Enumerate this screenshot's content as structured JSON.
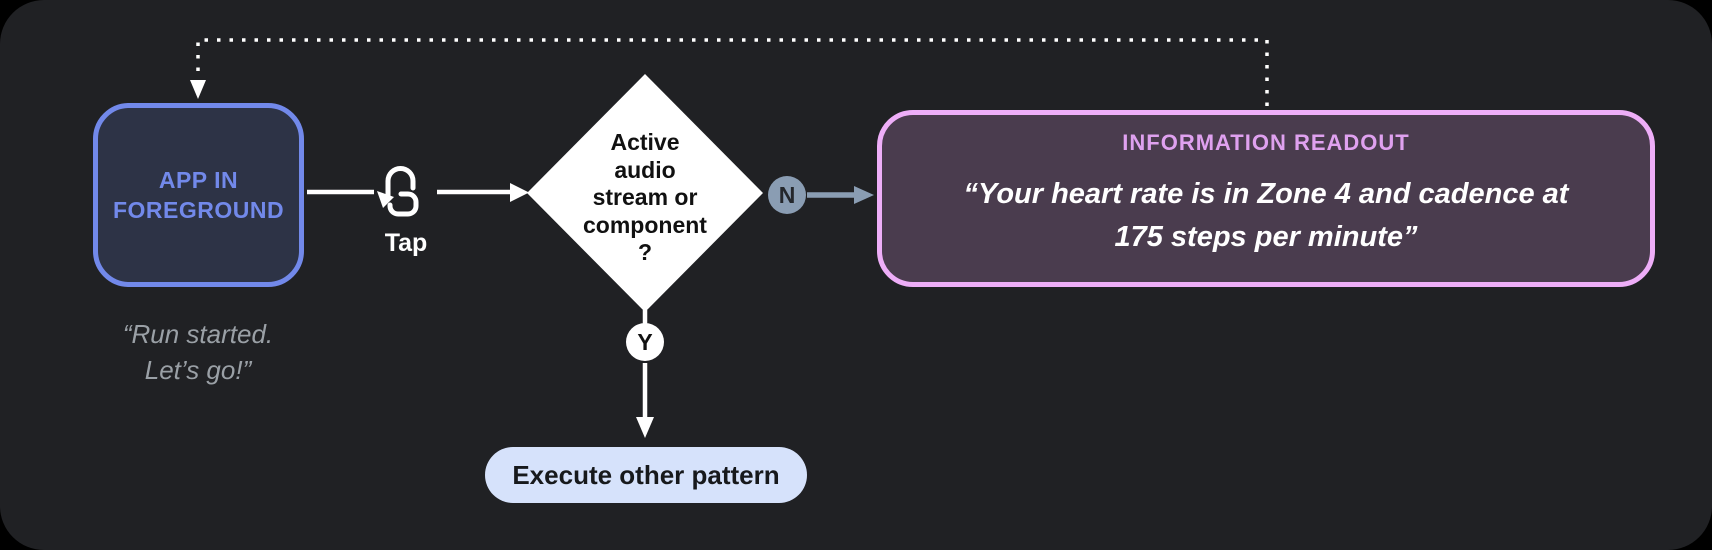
{
  "colors": {
    "canvas_bg": "#202124",
    "app_node_accent": "#7289ea",
    "app_node_fill": "#2d3346",
    "muted_caption_text": "#9aa0a6",
    "decision_fill": "#ffffff",
    "no_branch_accent": "#8a9db3",
    "readout_border": "#eeaef8",
    "readout_fill": "#4a3c4e",
    "readout_heading": "#dfa1ef",
    "action_pill_fill": "#d6e2fb",
    "connector_white": "#ffffff"
  },
  "nodes": {
    "app": {
      "line1": "APP IN",
      "line2": "FOREGROUND",
      "caption_line1": "“Run started.",
      "caption_line2": "Let’s go!”"
    },
    "tap": {
      "label": "Tap",
      "icon": "tap-gesture-icon"
    },
    "decision": {
      "lines": [
        "Active",
        "audio",
        "stream or",
        "component",
        "?"
      ]
    },
    "branch_no": {
      "label": "N"
    },
    "branch_yes": {
      "label": "Y"
    },
    "readout": {
      "title": "INFORMATION READOUT",
      "quote_line1": "“Your heart rate is in Zone 4 and cadence at",
      "quote_line2": "175 steps per minute”"
    },
    "action": {
      "label": "Execute other pattern"
    }
  }
}
